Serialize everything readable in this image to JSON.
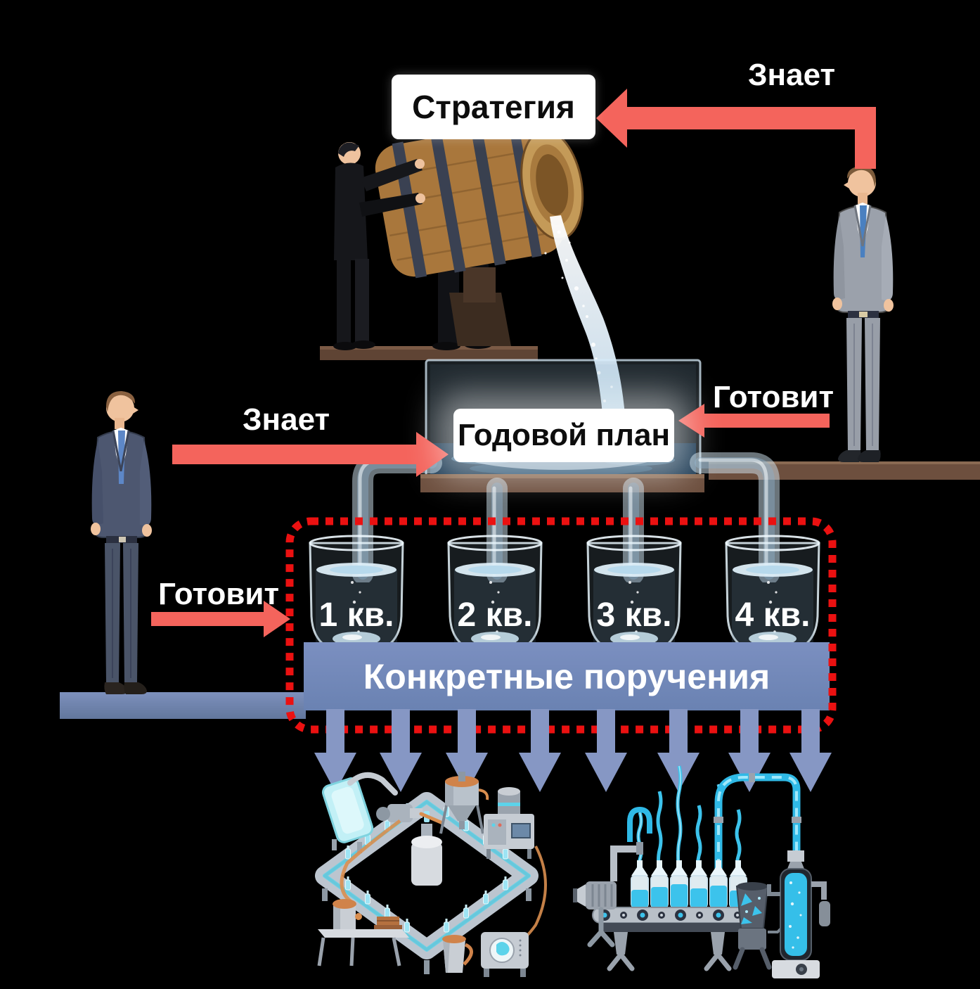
{
  "page": {
    "background": "#000000"
  },
  "boxes": {
    "strategy": "Стратегия",
    "annual_plan": "Годовой план",
    "assignments": "Конкретные поручения"
  },
  "arrow_labels": {
    "top_knows": "Знает",
    "left_knows": "Знает",
    "right_prepares": "Готовит",
    "left_prepares": "Готовит"
  },
  "quarters": [
    {
      "label": "1 кв."
    },
    {
      "label": "2 кв."
    },
    {
      "label": "3 кв."
    },
    {
      "label": "4 кв."
    }
  ],
  "colors": {
    "arrow_red": "#f4645c",
    "dotted_border_red": "#eb1111",
    "assignments_bar_blue": "#7189b9",
    "down_arrow_blue": "#8697c4",
    "platform_brown": "#6d4f3e",
    "water_blue": "#3cc3ec",
    "barrel_wood": "#a9773c",
    "suit_dark": "#4d5770",
    "suit_gray": "#9ba1ab"
  },
  "icons": {
    "barrel_scene": "men-pouring-barrel-icon",
    "water_stream": "water-stream-icon",
    "tank": "water-tank-icon",
    "pipes": "pipes-icon",
    "glass": "water-glass-icon",
    "left_person": "businessman-dark-suit-icon",
    "right_person": "businessman-gray-suit-icon",
    "factory_left": "isometric-bottling-factory-icon",
    "factory_right": "bottling-line-icon"
  },
  "down_arrows": {
    "count": 8
  }
}
